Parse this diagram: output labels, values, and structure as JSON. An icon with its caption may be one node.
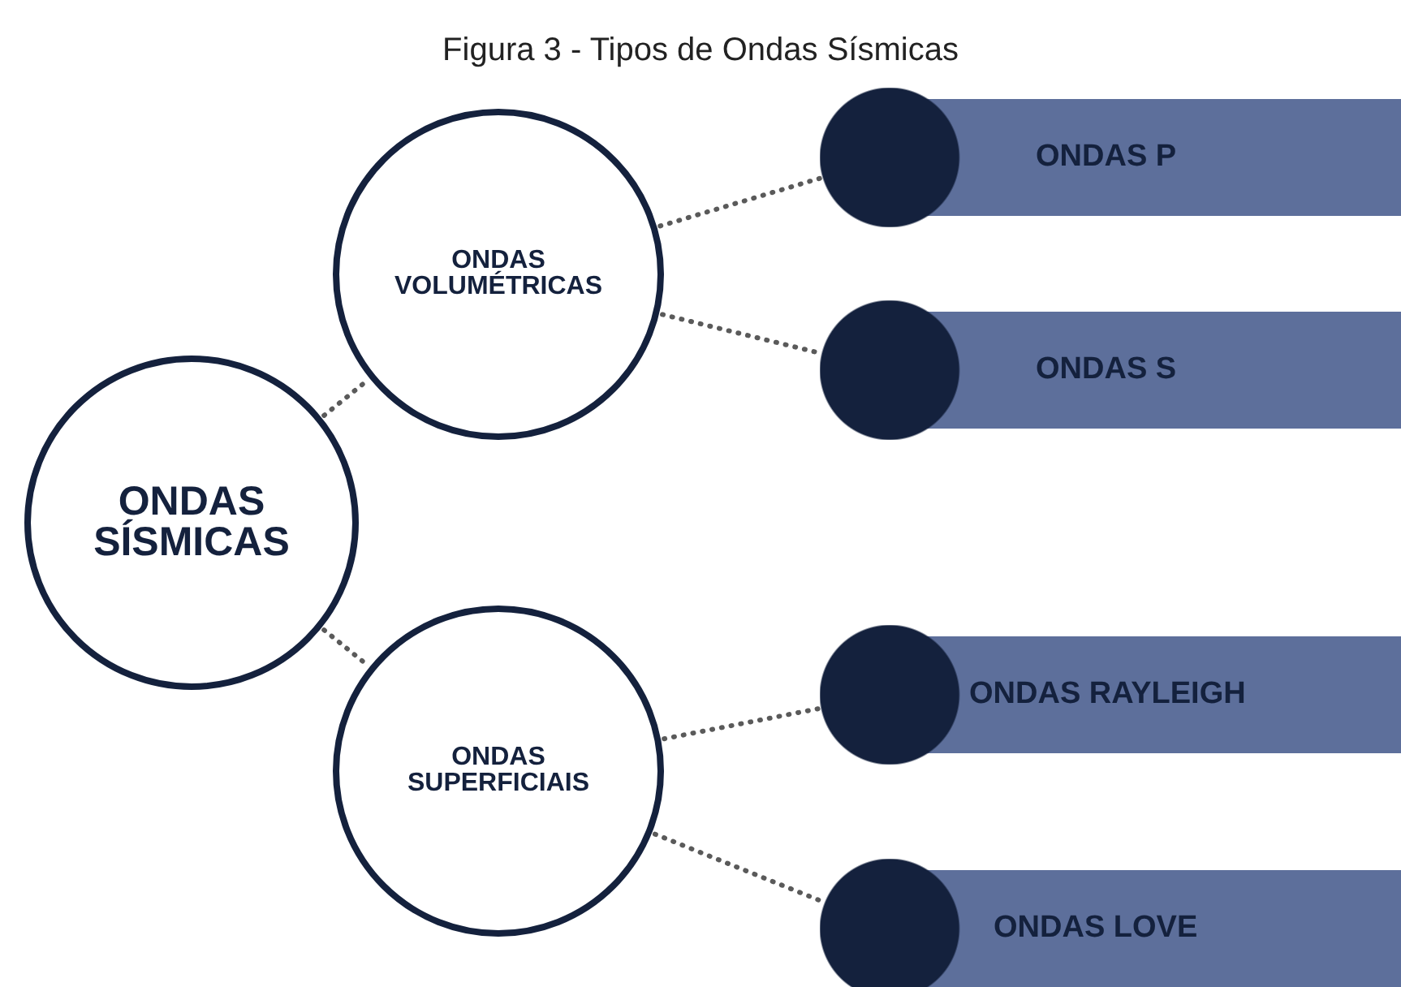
{
  "diagram": {
    "title": "Figura 3 - Tipos de Ondas Sísmicas",
    "nodes": [
      {
        "text": [
          "ONDAS SÍSMICAS"
        ]
      },
      {
        "text": [
          "ONDAS VOLUMÉTRICAS"
        ]
      },
      {
        "text": [
          "ONDAS P"
        ]
      },
      {
        "text": [
          "ONDAS S"
        ]
      },
      {
        "text": [
          "ONDAS SUPERFICIAIS"
        ]
      },
      {
        "text": [
          "ONDAS RAYLEIGH"
        ]
      },
      {
        "text": [
          "ONDAS LOVE"
        ]
      }
    ],
    "edges": [
      {
        "from": 0,
        "to": 1,
        "arrow": "none",
        "style": "dashed"
      },
      {
        "from": 1,
        "to": 2,
        "arrow": "none",
        "style": "dashed"
      },
      {
        "from": 1,
        "to": 3,
        "arrow": "none",
        "style": "dashed"
      },
      {
        "from": 0,
        "to": 4,
        "arrow": "none",
        "style": "dashed"
      },
      {
        "from": 4,
        "to": 5,
        "arrow": "none",
        "style": "dashed"
      },
      {
        "from": 4,
        "to": 6,
        "arrow": "none",
        "style": "dashed"
      }
    ]
  }
}
